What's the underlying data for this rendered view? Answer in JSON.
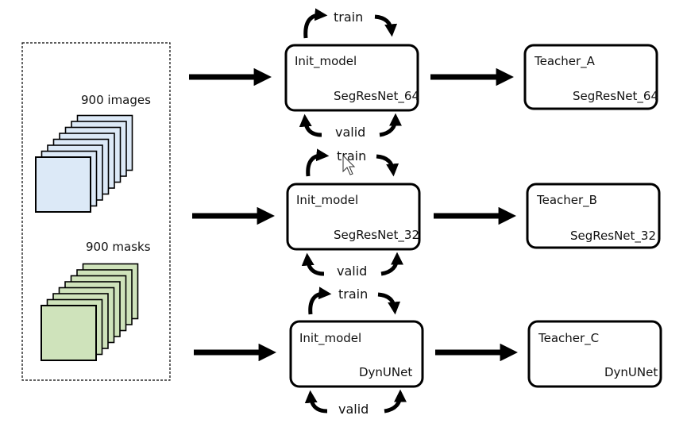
{
  "dataset": {
    "images_label": "900 images",
    "masks_label": "900 masks",
    "image_fill": "#dce9f7",
    "mask_fill": "#cfe3bb"
  },
  "rows": [
    {
      "init_label": "Init_model",
      "arch": "SegResNet_64",
      "train_label": "train",
      "valid_label": "valid",
      "teacher_label": "Teacher_A",
      "teacher_arch": "SegResNet_64"
    },
    {
      "init_label": "Init_model",
      "arch": "SegResNet_32",
      "train_label": "train",
      "valid_label": "valid",
      "teacher_label": "Teacher_B",
      "teacher_arch": "SegResNet_32"
    },
    {
      "init_label": "Init_model",
      "arch": "DynUNet",
      "train_label": "train",
      "valid_label": "valid",
      "teacher_label": "Teacher_C",
      "teacher_arch": "DynUNet"
    }
  ],
  "colors": {
    "stroke": "#000000",
    "text": "#111111"
  }
}
